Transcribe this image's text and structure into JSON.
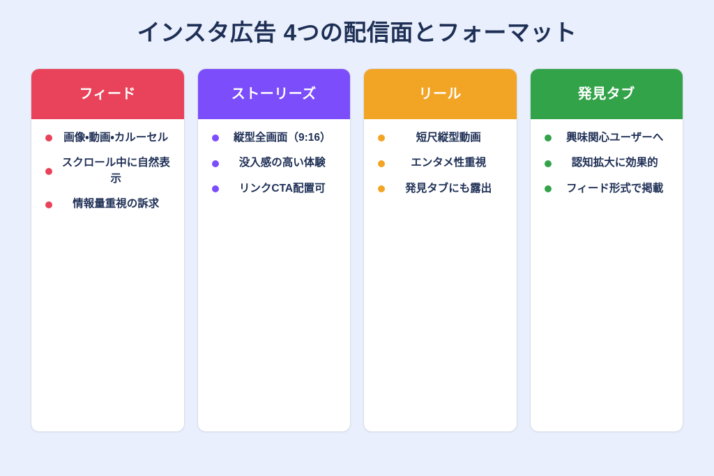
{
  "page": {
    "background_color": "#e9effc",
    "text_color": "#1e2f55"
  },
  "header": {
    "title": "インスタ広告 4つの配信面とフォーマット"
  },
  "cards": [
    {
      "id": "feed",
      "title": "フィード",
      "accent_color": "#e8435a",
      "items": [
        "画像・動画・カルーセル",
        "スクロール中に自然表示",
        "情報量重視の訴求"
      ]
    },
    {
      "id": "stories",
      "title": "ストーリーズ",
      "accent_color": "#7c4dfb",
      "items": [
        "縦型全画面（9:16）",
        "没入感の高い体験",
        "リンクCTA配置可"
      ]
    },
    {
      "id": "reels",
      "title": "リール",
      "accent_color": "#f2a424",
      "items": [
        "短尺縦型動画",
        "エンタメ性重視",
        "発見タブにも露出"
      ]
    },
    {
      "id": "explore",
      "title": "発見タブ",
      "accent_color": "#33a34a",
      "items": [
        "興味関心ユーザーへ",
        "認知拡大に効果的",
        "フィード形式で掲載"
      ]
    }
  ]
}
